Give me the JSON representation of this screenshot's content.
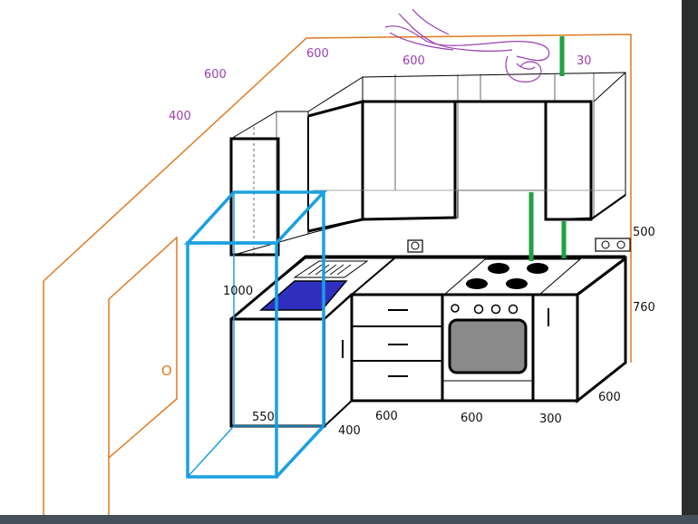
{
  "dimensions": {
    "ceiling_left_600": "600",
    "ceiling_mid_600": "600",
    "ceiling_right_600": "600",
    "wall_400": "400",
    "gap_30": "30",
    "height_500": "500",
    "height_760": "760",
    "height_1000": "1000",
    "base_550": "550",
    "base_400": "400",
    "base_600_a": "600",
    "base_600_b": "600",
    "base_300": "300",
    "base_600_right": "600",
    "door_mark": "O"
  },
  "colors": {
    "outline": "#000000",
    "wall_orange": "#e07a20",
    "fridge_blue": "#1aa0e0",
    "gap_green": "#20a040",
    "sink_blue": "#3030c0",
    "oven_gray": "#8a8a8a",
    "sketch_purple": "#9a3fb0"
  },
  "icons": {
    "hood_sketch": "hood-sketch-icon",
    "socket_left": "socket-icon",
    "socket_right": "double-socket-icon"
  }
}
